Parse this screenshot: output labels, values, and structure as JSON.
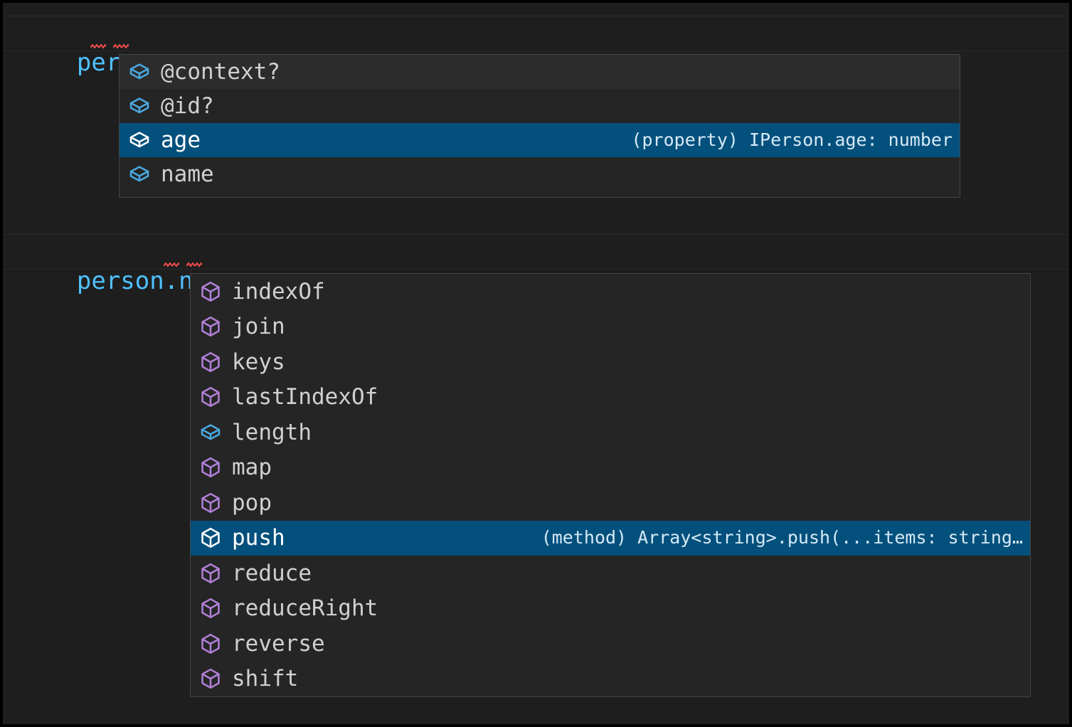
{
  "editor": {
    "theme_bg": "#1e1e1e",
    "identifier_color": "#4fc1ff",
    "punctuation_color": "#d4d4d4",
    "error_squiggle_color": "#f14c4c",
    "selection_color": "#04507d",
    "property_icon_color": "#4aa8e0",
    "method_icon_color": "#b180d7",
    "lines": [
      {
        "ident": "person",
        "rest": ".;"
      },
      {
        "ident": "person.name",
        "rest": ".;"
      }
    ]
  },
  "suggest_widgets": [
    {
      "name": "person-member-suggest",
      "items": [
        {
          "label": "@context?",
          "icon": "property-cube-icon",
          "kind": "property",
          "detail": "",
          "state": "hover"
        },
        {
          "label": "@id?",
          "icon": "property-cube-icon",
          "kind": "property",
          "detail": "",
          "state": "normal"
        },
        {
          "label": "age",
          "icon": "property-cube-icon",
          "kind": "property",
          "detail": "(property) IPerson.age: number",
          "state": "selected"
        },
        {
          "label": "name",
          "icon": "property-cube-icon",
          "kind": "property",
          "detail": "",
          "state": "normal"
        }
      ]
    },
    {
      "name": "person-name-member-suggest",
      "items": [
        {
          "label": "indexOf",
          "icon": "method-cube-icon",
          "kind": "method",
          "detail": "",
          "state": "normal"
        },
        {
          "label": "join",
          "icon": "method-cube-icon",
          "kind": "method",
          "detail": "",
          "state": "normal"
        },
        {
          "label": "keys",
          "icon": "method-cube-icon",
          "kind": "method",
          "detail": "",
          "state": "normal"
        },
        {
          "label": "lastIndexOf",
          "icon": "method-cube-icon",
          "kind": "method",
          "detail": "",
          "state": "normal"
        },
        {
          "label": "length",
          "icon": "property-cube-icon",
          "kind": "property",
          "detail": "",
          "state": "normal"
        },
        {
          "label": "map",
          "icon": "method-cube-icon",
          "kind": "method",
          "detail": "",
          "state": "normal"
        },
        {
          "label": "pop",
          "icon": "method-cube-icon",
          "kind": "method",
          "detail": "",
          "state": "normal"
        },
        {
          "label": "push",
          "icon": "method-cube-icon",
          "kind": "method",
          "detail": "(method) Array<string>.push(...items: string…",
          "state": "selected"
        },
        {
          "label": "reduce",
          "icon": "method-cube-icon",
          "kind": "method",
          "detail": "",
          "state": "normal"
        },
        {
          "label": "reduceRight",
          "icon": "method-cube-icon",
          "kind": "method",
          "detail": "",
          "state": "normal"
        },
        {
          "label": "reverse",
          "icon": "method-cube-icon",
          "kind": "method",
          "detail": "",
          "state": "normal"
        },
        {
          "label": "shift",
          "icon": "method-cube-icon",
          "kind": "method",
          "detail": "",
          "state": "normal"
        }
      ]
    }
  ]
}
